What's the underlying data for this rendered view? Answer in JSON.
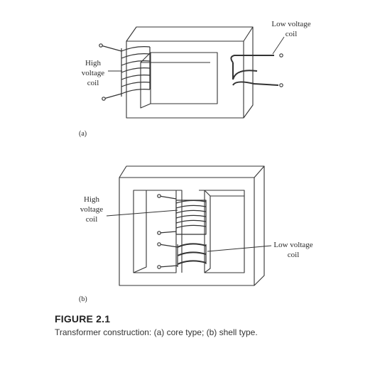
{
  "figure_a": {
    "label_high": [
      "High",
      "voltage",
      "coil"
    ],
    "label_low": [
      "Low voltage",
      "coil"
    ],
    "sublabel": "(a)"
  },
  "figure_b": {
    "label_high": [
      "High",
      "voltage",
      "coil"
    ],
    "label_low": [
      "Low voltage",
      "coil"
    ],
    "sublabel": "(b)"
  },
  "caption": {
    "title": "FIGURE 2.1",
    "text": "Transformer construction: (a) core type; (b) shell type."
  }
}
